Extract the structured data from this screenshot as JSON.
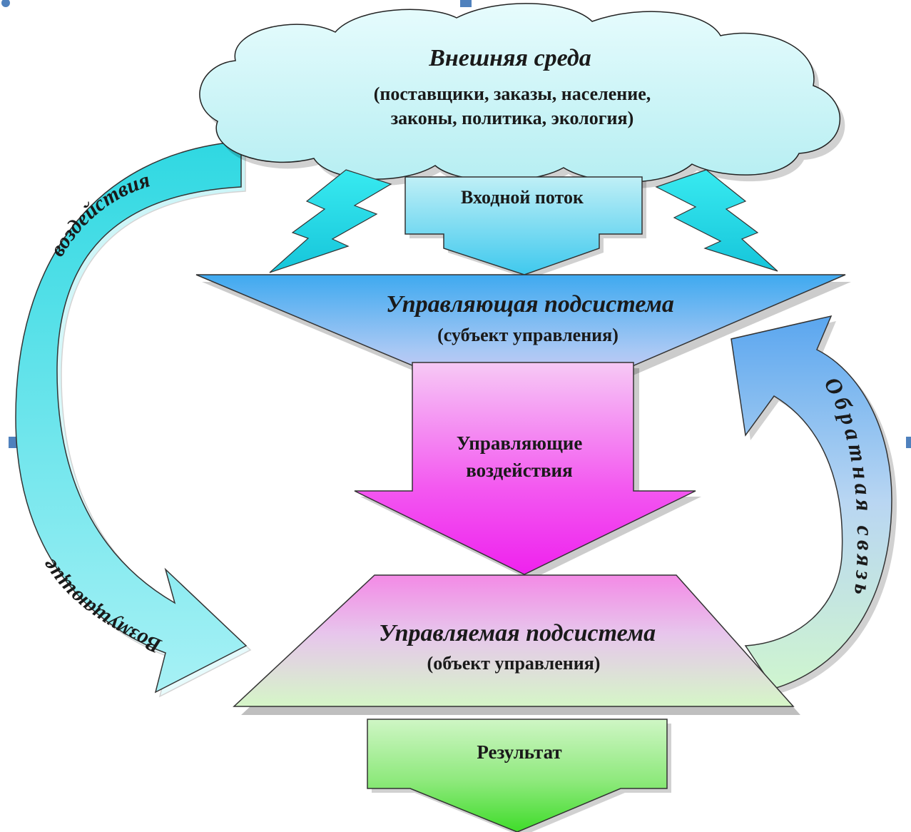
{
  "environment": {
    "title": "Внешняя среда",
    "line1": "(поставщики, заказы, население,",
    "line2": "законы, политика, экология)"
  },
  "input_flow": {
    "label": "Входной поток"
  },
  "controlling_subsystem": {
    "title": "Управляющая подсистема",
    "subtitle": "(субъект управления)"
  },
  "control_actions": {
    "line1": "Управляющие",
    "line2": "воздействия"
  },
  "controlled_subsystem": {
    "title": "Управляемая подсистема",
    "subtitle": "(объект управления)"
  },
  "result": {
    "label": "Результат"
  },
  "disturbances": {
    "word1": "Возмущающие",
    "word2": "воздействия"
  },
  "feedback": {
    "label": "Обратная связь"
  },
  "colors": {
    "cloud": "#c9f4f7",
    "cyan": "#33dde6",
    "blue": "#4da6f0",
    "magenta": "#f13cf0",
    "pink": "#f5a8ee",
    "green": "#66e64d",
    "pale_green": "#d6f5cc"
  }
}
